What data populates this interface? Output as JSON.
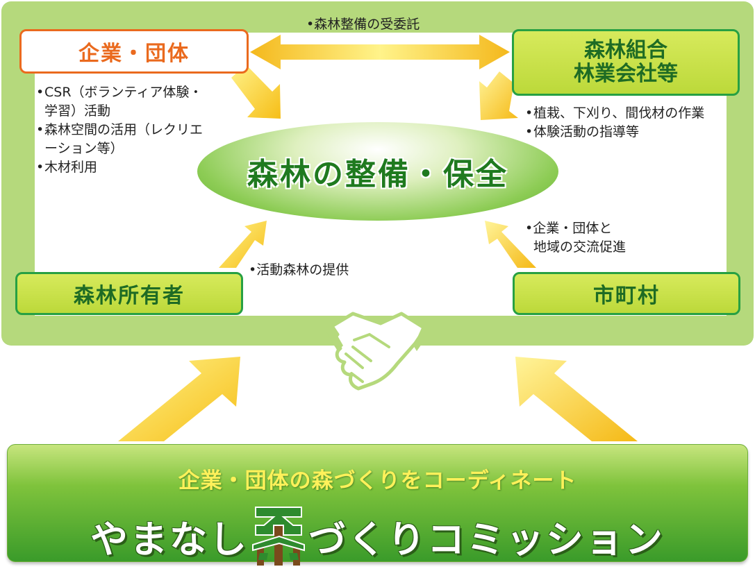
{
  "center": {
    "title": "森林の整備・保全"
  },
  "boxes": {
    "company": "企業・団体",
    "coop": [
      "森林組合",
      "林業会社等"
    ],
    "owner": "森林所有者",
    "city": "市町村"
  },
  "notes": {
    "top": "森林整備の受委託",
    "company": [
      "CSR（ボランティア体験・学習）活動",
      "森林空間の活用（レクリエーション等）",
      "木材利用"
    ],
    "coop": [
      "植栽、下刈り、間伐材の作業",
      "体験活動の指導等"
    ],
    "owner": "活動森林の提供",
    "city": [
      "企業・団体と",
      "地域の交流促進"
    ]
  },
  "bottom": {
    "subtitle": "企業・団体の森づくりをコーディネート",
    "title_before": "やまなし",
    "title_logo_char": "森",
    "title_after": "づくりコミッション"
  },
  "icons": [
    "handshake-icon",
    "arrow-icon"
  ],
  "colors": {
    "frame_green": "#b5d97c",
    "box_green": "#c8e04a",
    "box_border_green": "#27a043",
    "company_orange": "#ea6a1e",
    "arrow_yellow": "#f8cc1a",
    "panel_green": "#4aa830",
    "subtitle_yellow": "#fff15a"
  }
}
